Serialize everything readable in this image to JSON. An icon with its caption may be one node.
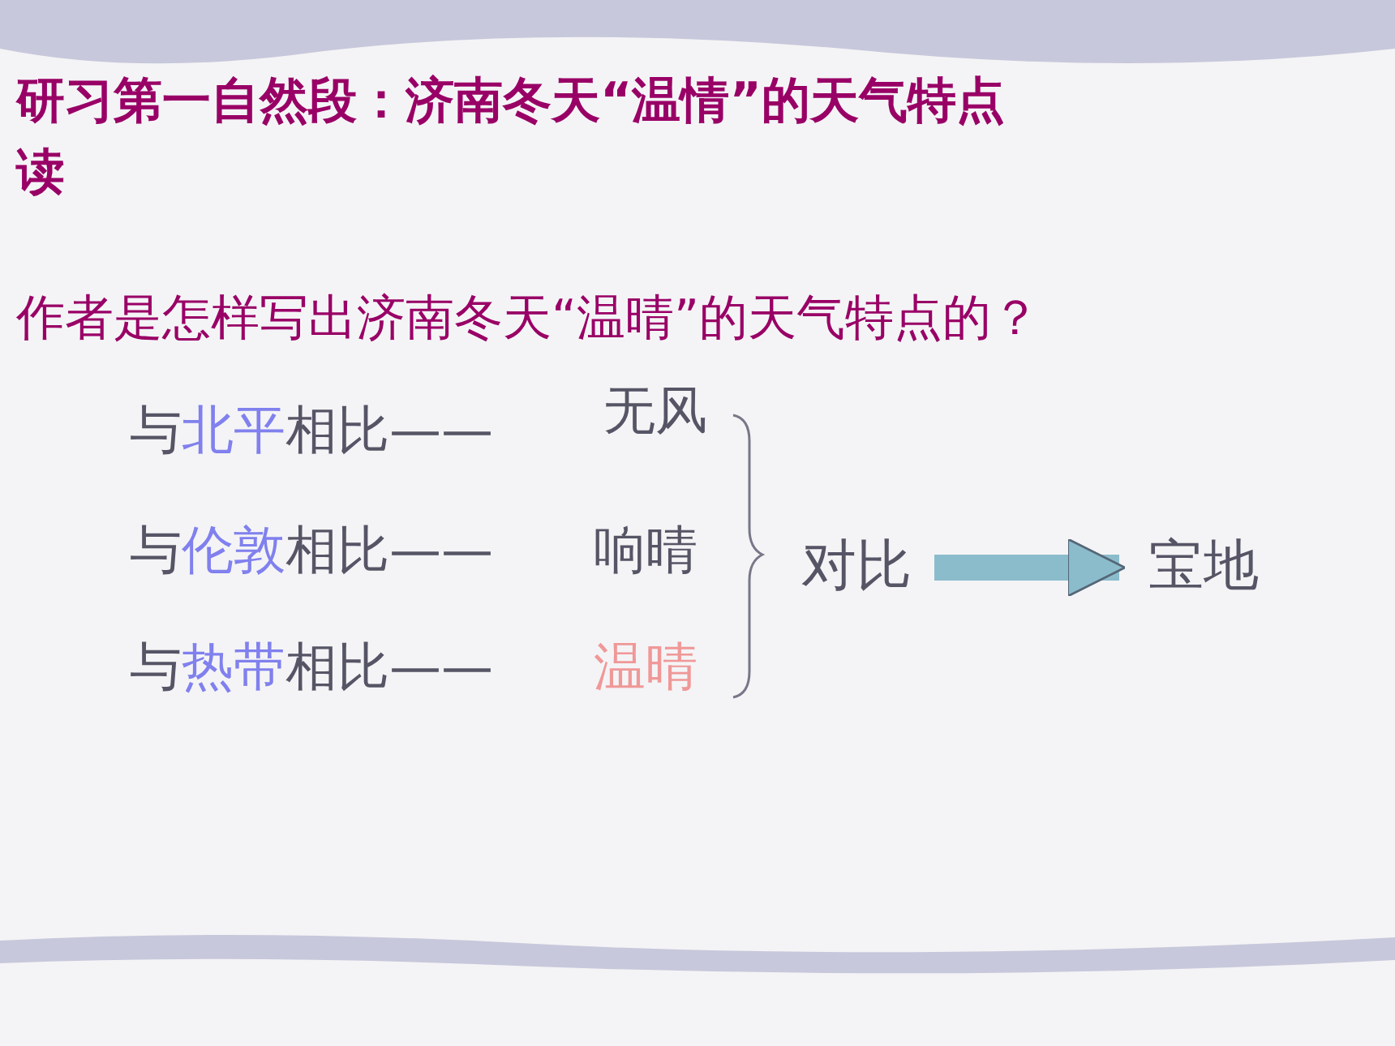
{
  "diagram": {
    "title": "研习第一自然段：济南冬天“温情”的天气特点",
    "nodes": [
      {
        "text": [
          "对比"
        ]
      },
      {
        "text": [
          "宝地"
        ]
      }
    ],
    "edges": [
      {
        "from": 0,
        "to": 1,
        "arrow": "to"
      }
    ],
    "labels": [
      "读",
      "作者是怎样写出济南冬天“温晴”的天气特点的？",
      "与北平相比——",
      "无风",
      "与伦敦相比——",
      "响晴",
      "与热带相比——",
      "温晴"
    ]
  }
}
